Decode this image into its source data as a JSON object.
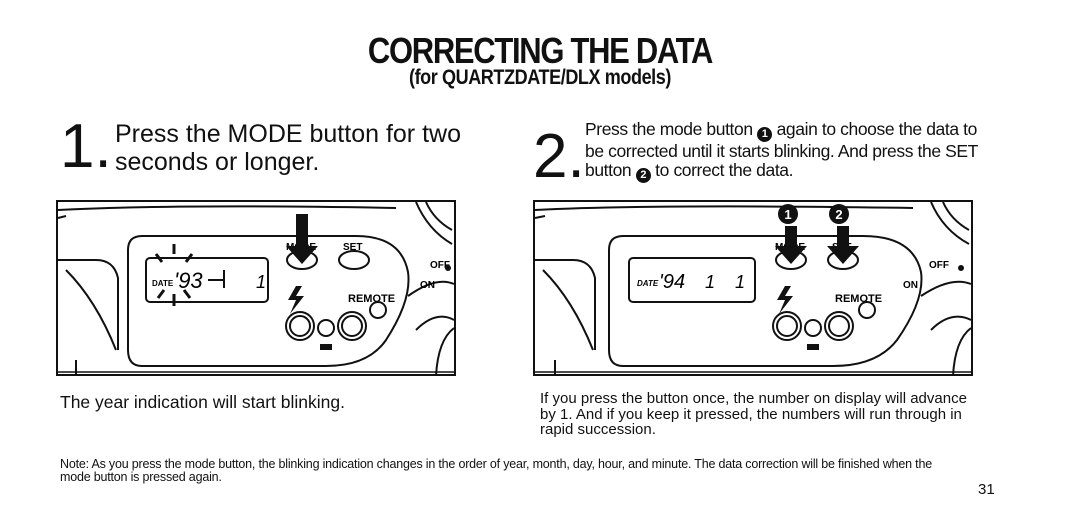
{
  "header": {
    "title": "CORRECTING THE DATA",
    "subtitle": "(for QUARTZDATE/DLX models)"
  },
  "step1": {
    "number": "1.",
    "text": "Press the MODE button for two seconds or longer.",
    "caption": "The year indication will start blinking."
  },
  "step2": {
    "number": "2.",
    "text_a": "Press the mode button ",
    "text_b": " again to choose the data to be corrected until it starts blinking. And press the SET button ",
    "text_c": " to correct the data.",
    "marker1": "1",
    "marker2": "2",
    "caption": "If you press the button once, the number on display will advance by 1. And if you keep it pressed, the numbers will run through in rapid succession."
  },
  "figure1": {
    "date_label": "DATE",
    "lcd_value": "'93",
    "lcd_tail": "1",
    "mode_label": "MODE",
    "set_label": "SET",
    "remote_label": "REMOTE",
    "on_label": "ON",
    "off_label": "OFF"
  },
  "figure2": {
    "date_label": "DATE",
    "lcd_value": "'94",
    "lcd_mid": "1",
    "lcd_tail": "1",
    "mode_label": "MODE",
    "set_label": "SET",
    "remote_label": "REMOTE",
    "on_label": "ON",
    "off_label": "OFF",
    "callout1": "1",
    "callout2": "2"
  },
  "note": "Note: As you press the mode button, the blinking indication changes in the order of year, month, day, hour, and minute. The data correction will be finished when the mode button is pressed again.",
  "page_number": "31"
}
